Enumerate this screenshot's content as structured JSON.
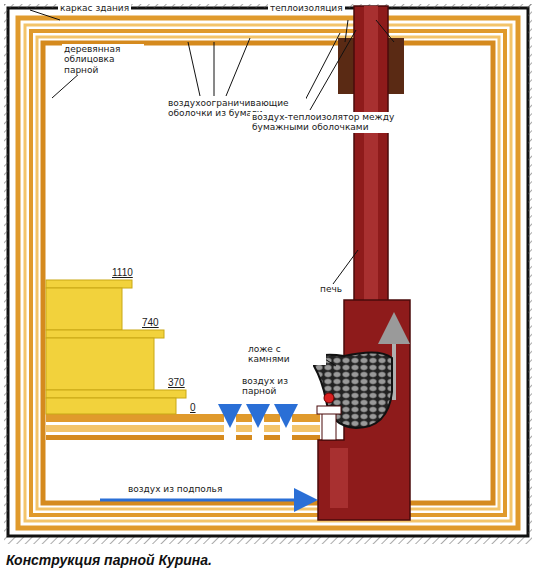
{
  "diagram": {
    "caption": "Конструкция парной Курина.",
    "labels": [
      "каркас здания",
      "теплоизоляция",
      "деревянная облицовка парной",
      "воздухоограничивающие оболочки из бумаги",
      "воздух-теплоизолятор между бумажными оболочками",
      "печь",
      "ложе с камнями",
      "1110",
      "740",
      "370",
      "воздух из парной",
      "0",
      "воздух из подполья"
    ]
  }
}
